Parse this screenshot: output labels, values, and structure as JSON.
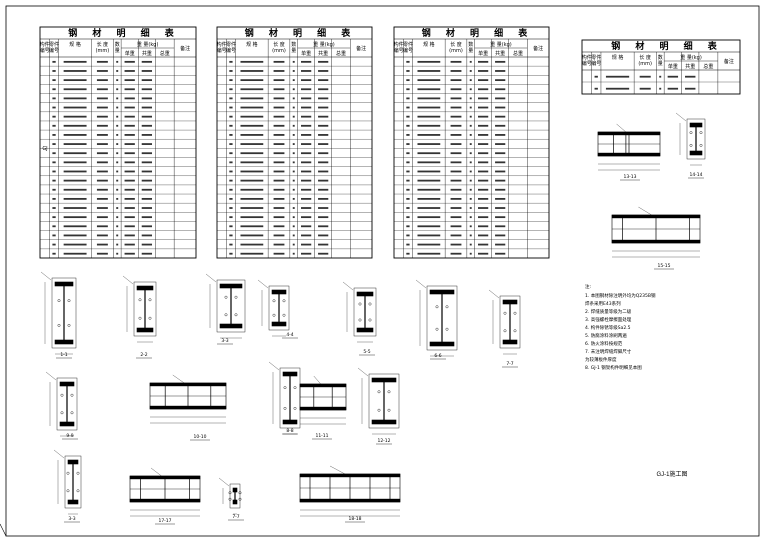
{
  "tables": [
    {
      "title": "钢 材 明 细 表",
      "header": [
        "构件\n编号",
        "零件\n编号",
        "规 格",
        "长 度\n(mm)",
        "数\n量",
        "重 量(kg)",
        "",
        "",
        "备注"
      ],
      "sub_header": [
        "单重",
        "共重",
        "总重"
      ],
      "member_label": "GJ"
    },
    {
      "title": "钢 材 明 细 表",
      "header": [
        "构件\n编号",
        "零件\n编号",
        "规 格",
        "长 度\n(mm)",
        "数\n量",
        "重 量(kg)",
        "",
        "",
        "备注"
      ],
      "sub_header": [
        "单重",
        "共重",
        "总重"
      ]
    },
    {
      "title": "钢 材 明 细 表",
      "header": [
        "构件\n编号",
        "零件\n编号",
        "规 格",
        "长 度\n(mm)",
        "数\n量",
        "重 量(kg)",
        "",
        "",
        "备注"
      ],
      "sub_header": [
        "单重",
        "共重",
        "总重"
      ]
    },
    {
      "title": "钢 材 明 细 表",
      "header": [
        "构件\n编号",
        "零件\n编号",
        "规 格",
        "长 度\n(mm)",
        "数\n量",
        "重 量(kg)",
        "",
        "",
        "备注"
      ],
      "sub_header": [
        "单重",
        "共重",
        "总重"
      ]
    }
  ],
  "sections": {
    "s1": "1-1",
    "s2": "2-2",
    "s3": "3-3",
    "s4": "4-4",
    "s5": "5-5",
    "s6": "6-6",
    "s7": "7-7",
    "s9": "9-9",
    "s8": "8-8",
    "s10": "10-10",
    "s11": "11-11",
    "s12": "12-12",
    "s13": "13-13",
    "s14": "14-14",
    "s15": "15-15",
    "s17": "17-17",
    "s18": "18-18"
  },
  "notes": {
    "heading": "注:",
    "items": [
      "1. 本图钢材除注明外均为Q235B钢",
      "   焊条采用E43系列",
      "2. 焊缝质量等级为二级",
      "3. 高强螺栓摩擦面处理",
      "4. 构件除锈等级Sa2.5",
      "5. 防腐涂料涂刷两遍",
      "6. 防火涂料按规范",
      "7. 未注明焊缝焊脚尺寸",
      "   为较薄板件厚度",
      "8. GJ-1 钢架构件明细见本图"
    ]
  },
  "stamp": "GJ-1施工图"
}
